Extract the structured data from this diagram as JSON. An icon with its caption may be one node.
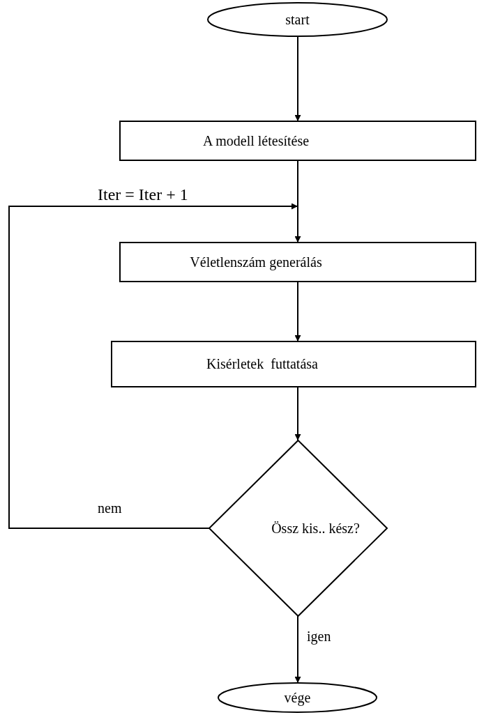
{
  "diagram": {
    "nodes": [
      {
        "text": [
          "start"
        ]
      },
      {
        "text": [
          "A modell létesítése"
        ]
      },
      {
        "text": [
          "Véletlenszám generálás"
        ]
      },
      {
        "text": [
          "Kisérletek  futtatása"
        ]
      },
      {
        "text": [
          "Össz kis.. kész?"
        ]
      },
      {
        "text": [
          "vége"
        ]
      }
    ],
    "edges": [
      {
        "from": 0,
        "to": 1,
        "arrow": "to"
      },
      {
        "from": 1,
        "to": 2,
        "arrow": "to"
      },
      {
        "from": 2,
        "to": 3,
        "arrow": "to"
      },
      {
        "from": 3,
        "to": 4,
        "arrow": "to"
      },
      {
        "from": 4,
        "to": 5,
        "arrow": "to",
        "label": "igen"
      },
      {
        "from": 4,
        "to": 2,
        "arrow": "to",
        "label": "nem"
      }
    ],
    "labels": [
      "Iter = Iter + 1"
    ]
  }
}
